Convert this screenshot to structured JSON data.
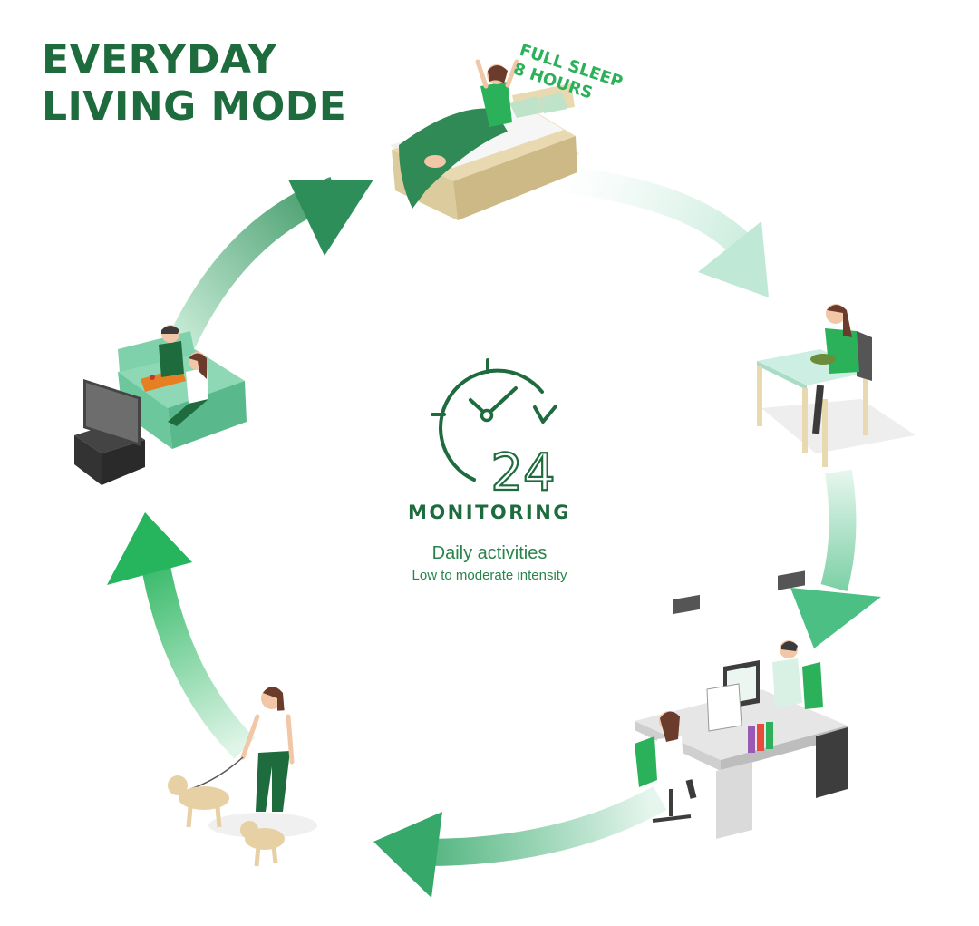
{
  "title": {
    "line1": "EVERYDAY",
    "line2": "LIVING MODE"
  },
  "sleep_badge": {
    "line1": "FULL SLEEP",
    "line2": "8 HOURS"
  },
  "center": {
    "number": "24",
    "monitoring": "MONITORING",
    "subtitle": "Daily activities",
    "detail": "Low to moderate intensity"
  },
  "colors": {
    "dark_green": "#1e6b3e",
    "green": "#27834b",
    "bright_green": "#3ab86a",
    "light_mint": "#c9ecdc",
    "mint": "#7fd1ac",
    "furniture_beige": "#e8d9b0"
  },
  "cycle": [
    "sleep",
    "breakfast",
    "office-work",
    "dog-walk",
    "tv-evening"
  ]
}
